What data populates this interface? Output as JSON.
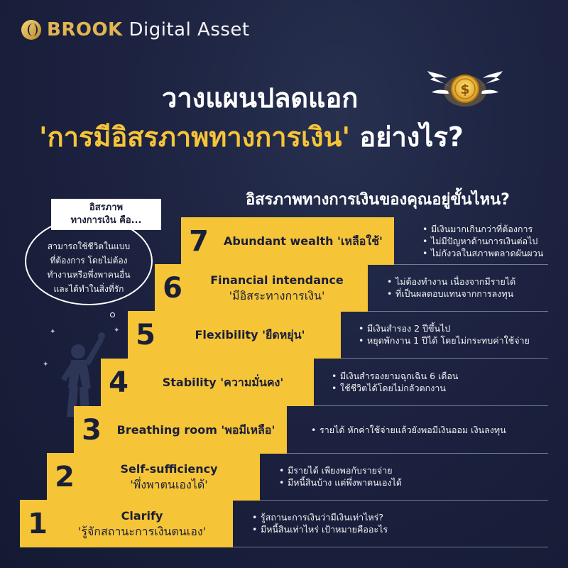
{
  "brand": {
    "name_bold": "BROOK",
    "name_rest": " Digital Asset"
  },
  "title": {
    "line1": "วางแผนปลดแอก",
    "line2_highlight": "'การมีอิสรภาพทางการเงิน'",
    "line2_rest": " อย่างไร?"
  },
  "question": "อิสรภาพทางการเงินของคุณอยู่ขั้นไหน?",
  "bubble": {
    "tag_line1": "อิสรภาพ",
    "tag_line2": "ทางการเงิน คือ...",
    "text_line1": "สามารถใช้ชีวิตในแบบ",
    "text_line2": "ที่ต้องการ โดยไม่ต้อง",
    "text_line3": "ทำงานหรือพึ่งพาคนอื่น",
    "text_line4": "และได้ทำในสิ่งที่รัก"
  },
  "steps": [
    {
      "num": "7",
      "label1": "Abundant wealth 'เหลือใช้'",
      "label2": "",
      "bullets": [
        "มีเงินมากเกินกว่าที่ต้องการ",
        "ไม่มีปัญหาด้านการเงินต่อไป",
        "ไม่กังวลในสภาพตลาดผันผวน"
      ]
    },
    {
      "num": "6",
      "label1": "Financial intendance",
      "label2": "'มีอิสระทางการเงิน'",
      "bullets": [
        "ไม่ต้องทำงาน เนื่องจากมีรายได้",
        "ที่เป็นผลตอบแทนจากการลงทุน"
      ]
    },
    {
      "num": "5",
      "label1": "Flexibility 'ยืดหยุ่น'",
      "label2": "",
      "bullets": [
        "มีเงินสำรอง 2 ปีขึ้นไป",
        "หยุดพักงาน 1 ปีได้ โดยไม่กระทบค่าใช้จ่าย"
      ]
    },
    {
      "num": "4",
      "label1": "Stability 'ความมั่นคง'",
      "label2": "",
      "bullets": [
        "มีเงินสำรองยามฉุกเฉิน 6 เดือน",
        "ใช้ชีวิตได้โดยไม่กลัวตกงาน"
      ]
    },
    {
      "num": "3",
      "label1": "Breathing room 'พอมีเหลือ'",
      "label2": "",
      "bullets": [
        "รายได้ หักค่าใช้จ่ายแล้วยังพอมีเงินออม เงินลงทุน"
      ]
    },
    {
      "num": "2",
      "label1": "Self-sufficiency",
      "label2": "'พึ่งพาตนเองได้'",
      "bullets": [
        "มีรายได้ เพียงพอกับรายจ่าย",
        "มีหนี้สินบ้าง แต่พึ่งพาตนเองได้"
      ]
    },
    {
      "num": "1",
      "label1": "Clarify",
      "label2": "'รู้จักสถานะการเงินตนเอง'",
      "bullets": [
        "รู้สถานะการเงินว่ามีเงินเท่าไหร่?",
        "มีหนี้สินเท่าไหร่ เป้าหมายคืออะไร"
      ]
    }
  ],
  "colors": {
    "background": "#1c2240",
    "accent": "#f6c437",
    "brand_gold": "#e2b553"
  },
  "icons": {
    "brand": "brook-logo-icon",
    "coin": "winged-dollar-coin-icon",
    "person": "cheering-person-icon"
  }
}
